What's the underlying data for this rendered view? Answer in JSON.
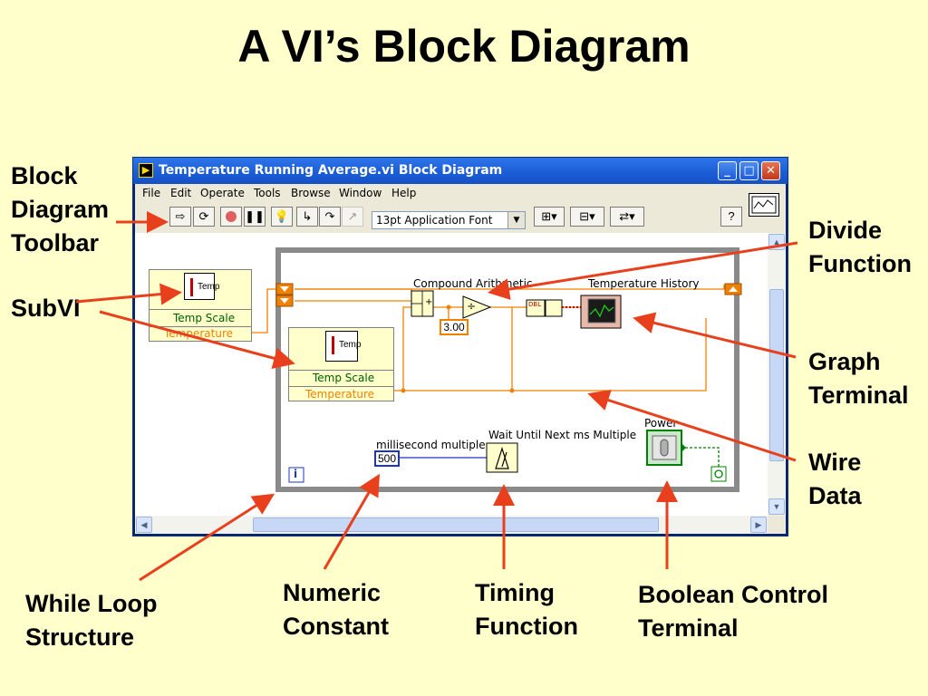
{
  "slide": {
    "title": "A VI’s Block Diagram"
  },
  "callouts": {
    "block_diagram_toolbar": [
      "Block",
      "Diagram",
      "Toolbar"
    ],
    "subvi": [
      "SubVI"
    ],
    "divide_function": [
      "Divide",
      "Function"
    ],
    "graph_terminal": [
      "Graph",
      "Terminal"
    ],
    "wire_data": [
      "Wire",
      "Data"
    ],
    "while_loop_structure": [
      "While Loop",
      "Structure"
    ],
    "numeric_constant": [
      "Numeric",
      "Constant"
    ],
    "timing_function": [
      "Timing",
      "Function"
    ],
    "boolean_control_terminal": [
      "Boolean Control",
      "Terminal"
    ]
  },
  "window": {
    "title": "Temperature Running Average.vi Block Diagram",
    "buttons": {
      "minimize": "_",
      "maximize": "□",
      "close": "✕"
    },
    "menu": [
      "File",
      "Edit",
      "Operate",
      "Tools",
      "Browse",
      "Window",
      "Help"
    ],
    "toolbar": {
      "font": "13pt Application Font",
      "help": "?"
    }
  },
  "diagram": {
    "subvi_1": {
      "icon_text": "Temp",
      "row1": "Temp Scale",
      "row2": "Temperature"
    },
    "subvi_2": {
      "icon_text": "Temp",
      "row1": "Temp Scale",
      "row2": "Temperature"
    },
    "compound_arithmetic_label": "Compound Arithmetic",
    "compound_op": "+",
    "divide_symbol": "÷",
    "constant_value": "3.00",
    "graph_label": "Temperature History",
    "millisecond_label": "millisecond multiple",
    "millisecond_value": "500",
    "wait_label": "Wait Until Next ms Multiple",
    "power_label": "Power",
    "iteration_terminal": "i",
    "delay_text": "DBL"
  },
  "colors": {
    "slide_background": "#FFFFCC",
    "arrow": "#E8401C",
    "numeric_wire": "#F08000",
    "integer_wire": "#1C34C8",
    "boolean_wire": "#008000",
    "while_loop": "#808080"
  },
  "icons": [
    "labview-run-icon",
    "run-arrow-icon",
    "run-continuously-icon",
    "abort-icon",
    "pause-icon",
    "highlight-execution-icon",
    "step-into-icon",
    "step-over-icon",
    "step-out-icon",
    "align-icon",
    "distribute-icon",
    "reorder-icon",
    "help-icon",
    "thermometer-icon",
    "metronome-icon",
    "toggle-switch-icon",
    "loop-condition-icon"
  ]
}
